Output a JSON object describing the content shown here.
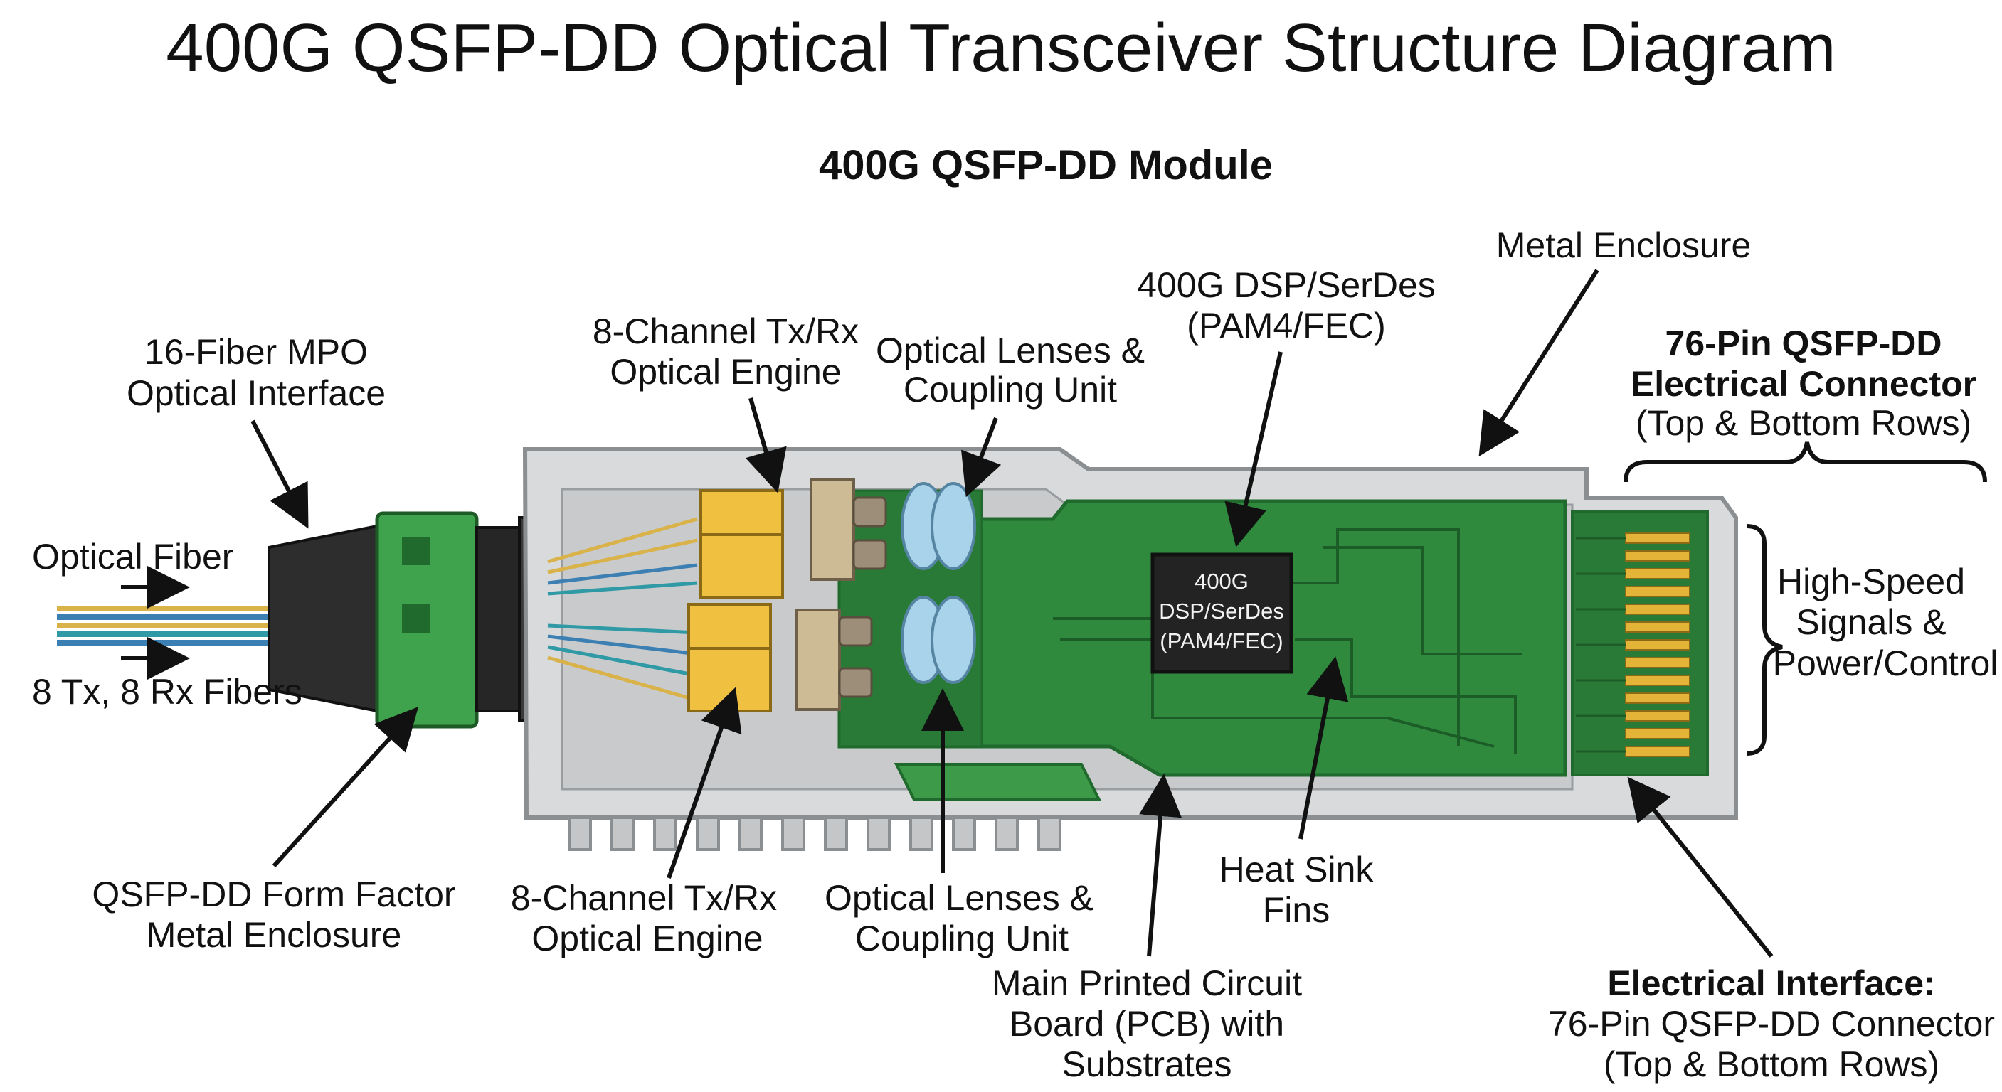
{
  "title": "400G QSFP-DD Optical Transceiver Structure Diagram",
  "module_title": "400G QSFP-DD Module",
  "labels": {
    "optical_fiber": "Optical Fiber",
    "fibers_count": "8 Tx, 8 Rx Fibers",
    "mpo_1": "16-Fiber MPO",
    "mpo_2": "Optical Interface",
    "engine_top_1": "8-Channel Tx/Rx",
    "engine_top_2": "Optical Engine",
    "lens_top_1": "Optical Lenses &",
    "lens_top_2": "Coupling Unit",
    "dsp_1": "400G DSP/SerDes",
    "dsp_2": "(PAM4/FEC)",
    "metal_enclosure": "Metal Enclosure",
    "conn_top_1": "76-Pin QSFP-DD",
    "conn_top_2": "Electrical Connector",
    "conn_top_3": "(Top & Bottom Rows)",
    "hs_1": "High-Speed",
    "hs_2": "Signals &",
    "hs_3": "Power/Control",
    "form_1": "QSFP-DD Form Factor",
    "form_2": "Metal Enclosure",
    "engine_bot_1": "8-Channel Tx/Rx",
    "engine_bot_2": "Optical Engine",
    "lens_bot_1": "Optical Lenses &",
    "lens_bot_2": "Coupling Unit",
    "heat_1": "Heat Sink",
    "heat_2": "Fins",
    "pcb_1": "Main Printed Circuit",
    "pcb_2": "Board (PCB) with",
    "pcb_3": "Substrates",
    "elec_1": "Electrical Interface:",
    "elec_2": "76-Pin QSFP-DD Connector",
    "elec_3": "(Top & Bottom Rows)"
  },
  "chip": {
    "line1": "400G",
    "line2": "DSP/SerDes",
    "line3": "(PAM4/FEC)"
  },
  "colors": {
    "pcb": "#2f8a3e",
    "pcb_dark": "#1f6a2c",
    "enclosure": "#d8dadb",
    "enclosure_edge": "#8c8f92",
    "engine": "#f0c040",
    "lens": "#a9d3ea",
    "connector_green": "#3fa34d",
    "gold": "#e3b437"
  }
}
